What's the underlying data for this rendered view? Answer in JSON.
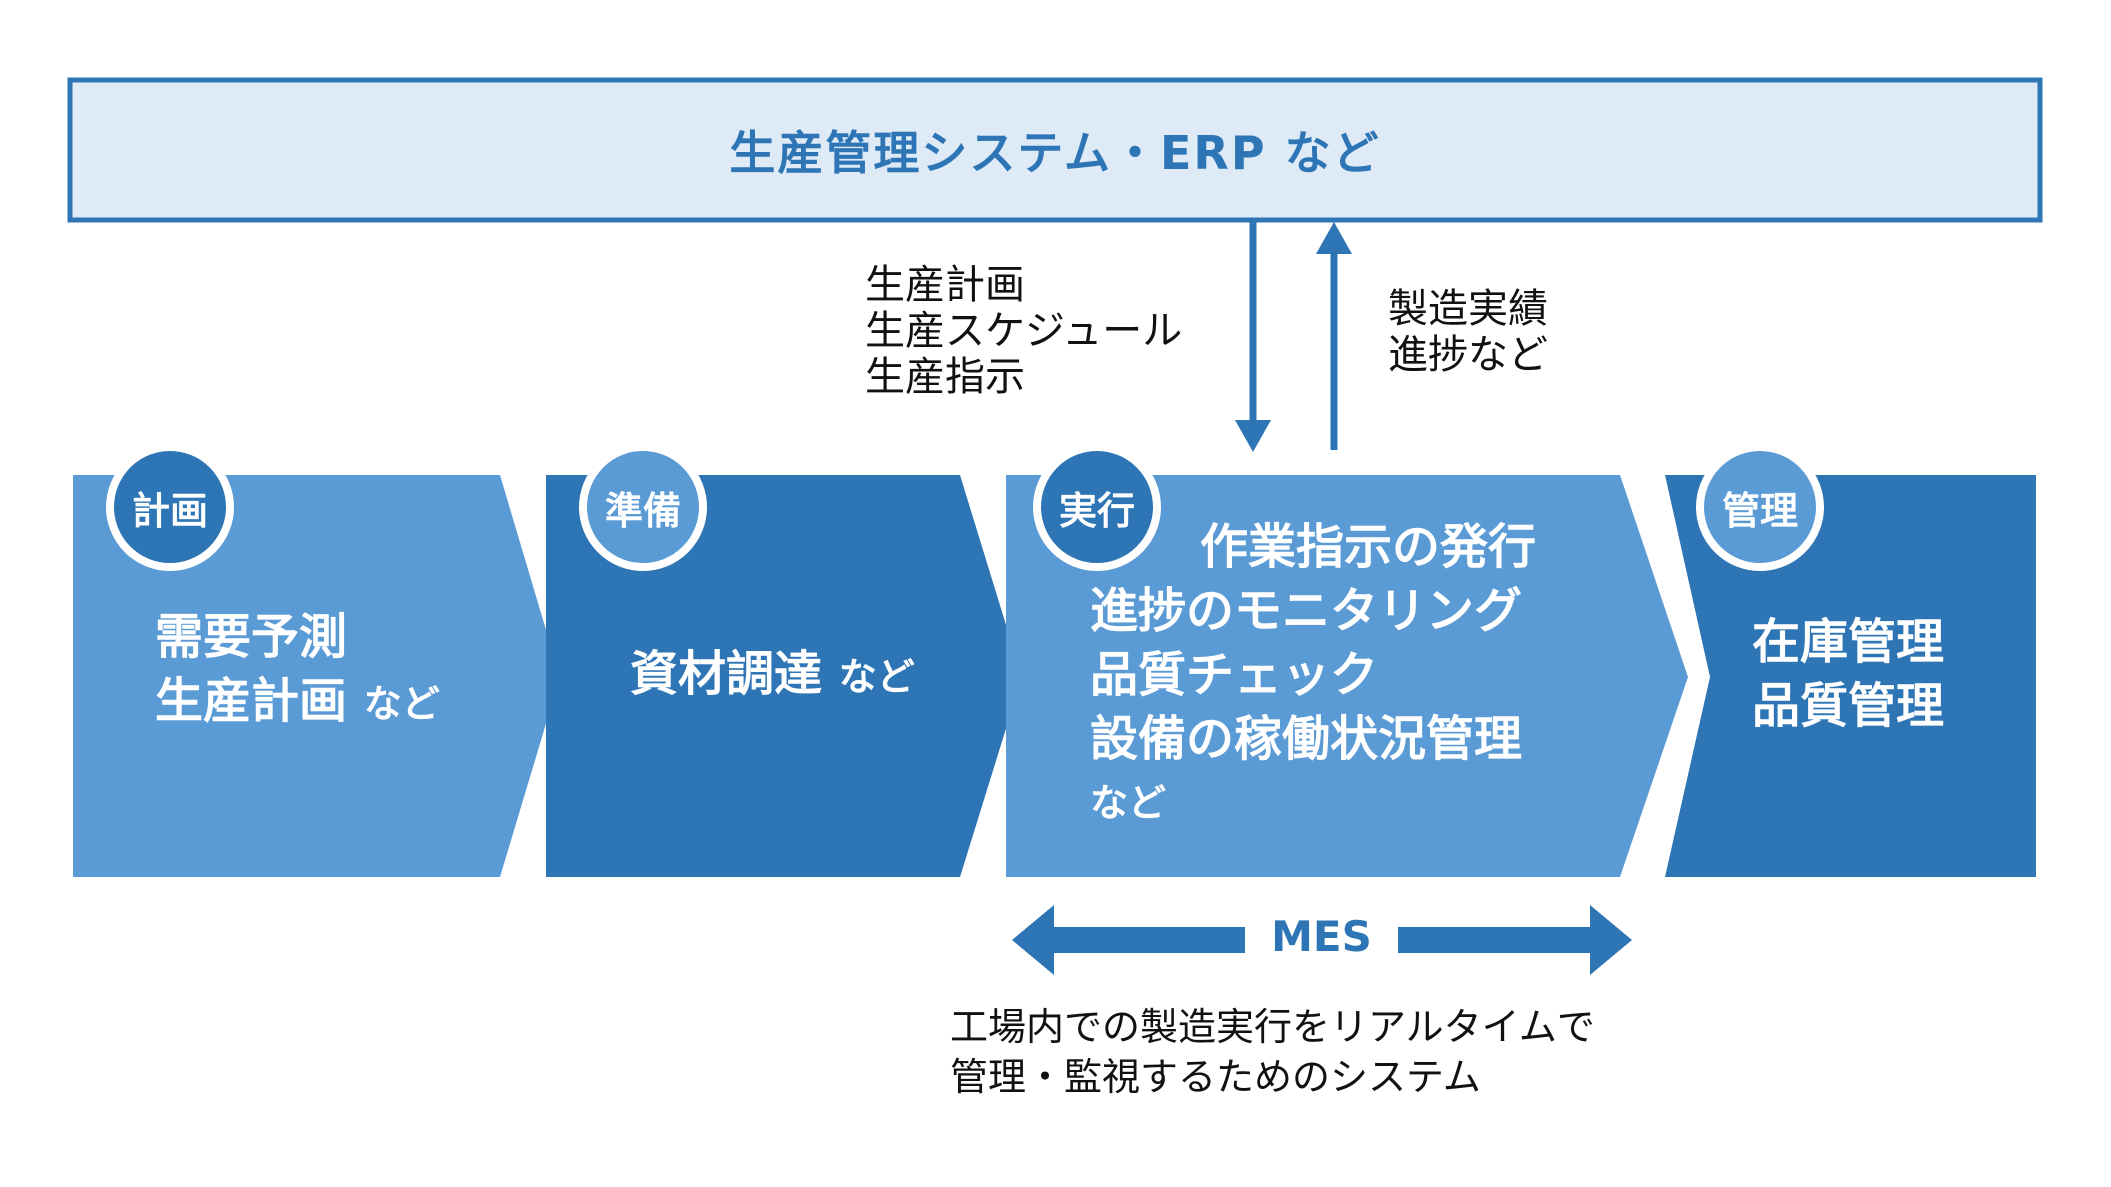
{
  "erp_box": {
    "label": "生産管理システム・ERP など"
  },
  "down_flow": {
    "lines": [
      "生産計画",
      "生産スケジュール",
      "生産指示"
    ]
  },
  "up_flow": {
    "lines": [
      "製造実績",
      "進捗など"
    ]
  },
  "stages": [
    {
      "badge": "計画",
      "lines": [
        "需要予測",
        "生産計画"
      ],
      "suffix": "など"
    },
    {
      "badge": "準備",
      "lines": [
        "資材調達"
      ],
      "suffix": "など"
    },
    {
      "badge": "実行",
      "lines": [
        "作業指示の発行",
        "進捗のモニタリング",
        "品質チェック",
        "設備の稼働状況管理"
      ],
      "suffix": "など"
    },
    {
      "badge": "管理",
      "lines": [
        "在庫管理",
        "品質管理"
      ]
    }
  ],
  "mes": {
    "label": "MES",
    "description": [
      "工場内での製造実行をリアルタイムで",
      "管理・監視するためのシステム"
    ]
  },
  "colors": {
    "accent": "#2e75b6",
    "light_fill": "#deebf7",
    "stage_light": "#5b9bd5",
    "stage_dark": "#2e75b6",
    "badge_light": "#5b9bd5",
    "badge_dark": "#2e75b6"
  }
}
